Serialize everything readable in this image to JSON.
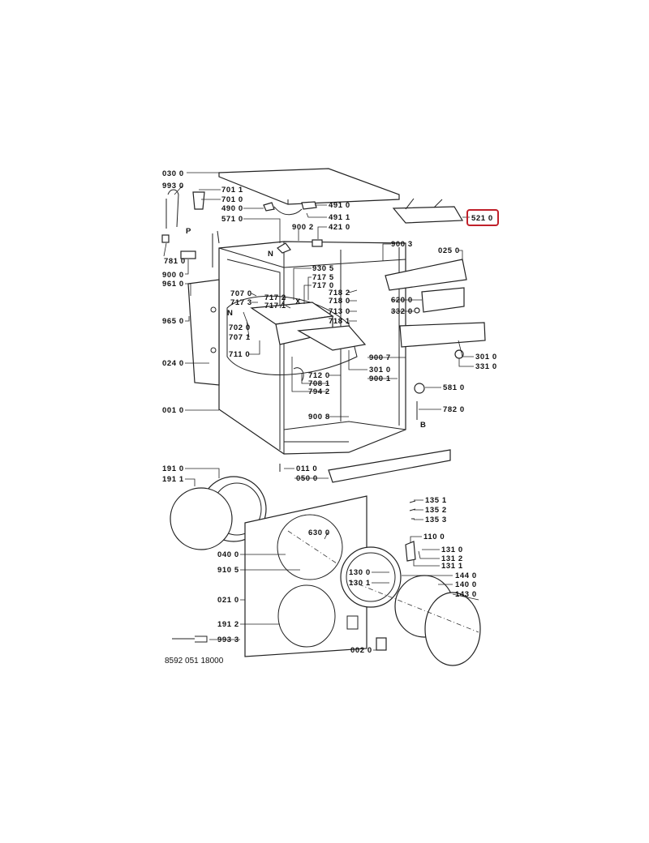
{
  "diagram": {
    "reference_number": "8592 051 18000",
    "highlighted_part": "521 0",
    "highlight_color": "#c0202a",
    "part_labels": [
      "030 0",
      "993 0",
      "701 1",
      "701 0",
      "490 0",
      "571 0",
      "491 0",
      "491 1",
      "900 2",
      "421 0",
      "781 0",
      "900 0",
      "961 0",
      "965 0",
      "024 0",
      "001 0",
      "930 5",
      "717 5",
      "717 0",
      "707 0",
      "717 2",
      "717 3",
      "717 1",
      "718 2",
      "718 0",
      "713 0",
      "718 1",
      "702 0",
      "707 1",
      "711 0",
      "900 7",
      "301 0",
      "900 1",
      "712 0",
      "708 1",
      "794 2",
      "900 8",
      "900 3",
      "025 0",
      "620 0",
      "332 0",
      "301 0",
      "331 0",
      "581 0",
      "782 0",
      "521 0",
      "191 0",
      "191 1",
      "011 0",
      "050 0",
      "135 1",
      "135 2",
      "135 3",
      "630 0",
      "110 0",
      "040 0",
      "131 0",
      "131 2",
      "131 1",
      "910 5",
      "130 0",
      "144 0",
      "130 1",
      "140 0",
      "143 0",
      "021 0",
      "191 2",
      "993 3",
      "002 0"
    ],
    "callout_letters": [
      "P",
      "N",
      "X",
      "N",
      "B"
    ]
  }
}
